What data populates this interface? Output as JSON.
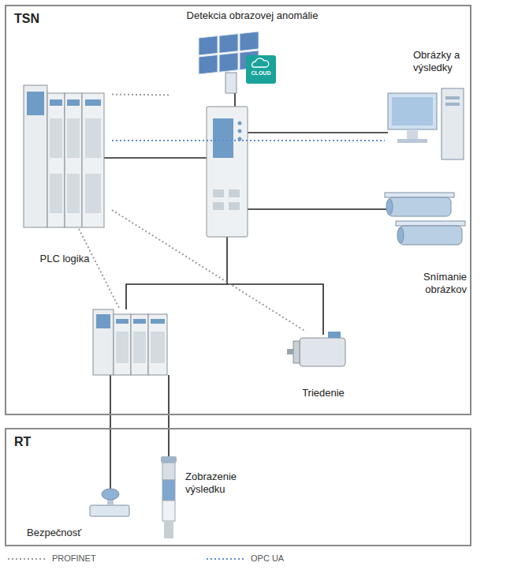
{
  "diagram": {
    "nodes": [
      {
        "text": [
          "TSN"
        ]
      },
      {
        "text": [
          "Detekcia obrazovej anomálie"
        ],
        "in": 0
      },
      {
        "text": [
          "Obrázky a výsledky"
        ],
        "in": 0
      },
      {
        "text": [
          "PLC logika"
        ],
        "in": 0
      },
      {
        "text": [
          "Snímanie obrázkov"
        ],
        "in": 0
      },
      {
        "text": [
          "Triedenie"
        ],
        "in": 0
      },
      {
        "text": [
          "RT"
        ]
      },
      {
        "text": [
          "Bezpečnosť"
        ],
        "in": 6
      },
      {
        "text": [
          "Zobrazenie výsledku"
        ],
        "in": 6
      }
    ],
    "edges": [
      {
        "from": 3,
        "to": 1,
        "arrow": "none"
      },
      {
        "from": 3,
        "to": 2,
        "arrow": "none"
      },
      {
        "from": 3,
        "to": 5,
        "arrow": "none"
      }
    ],
    "labels": [
      "CLOUD"
    ],
    "legend": [
      {
        "text": "PROFINET"
      },
      {
        "text": "OPC UA"
      }
    ]
  }
}
